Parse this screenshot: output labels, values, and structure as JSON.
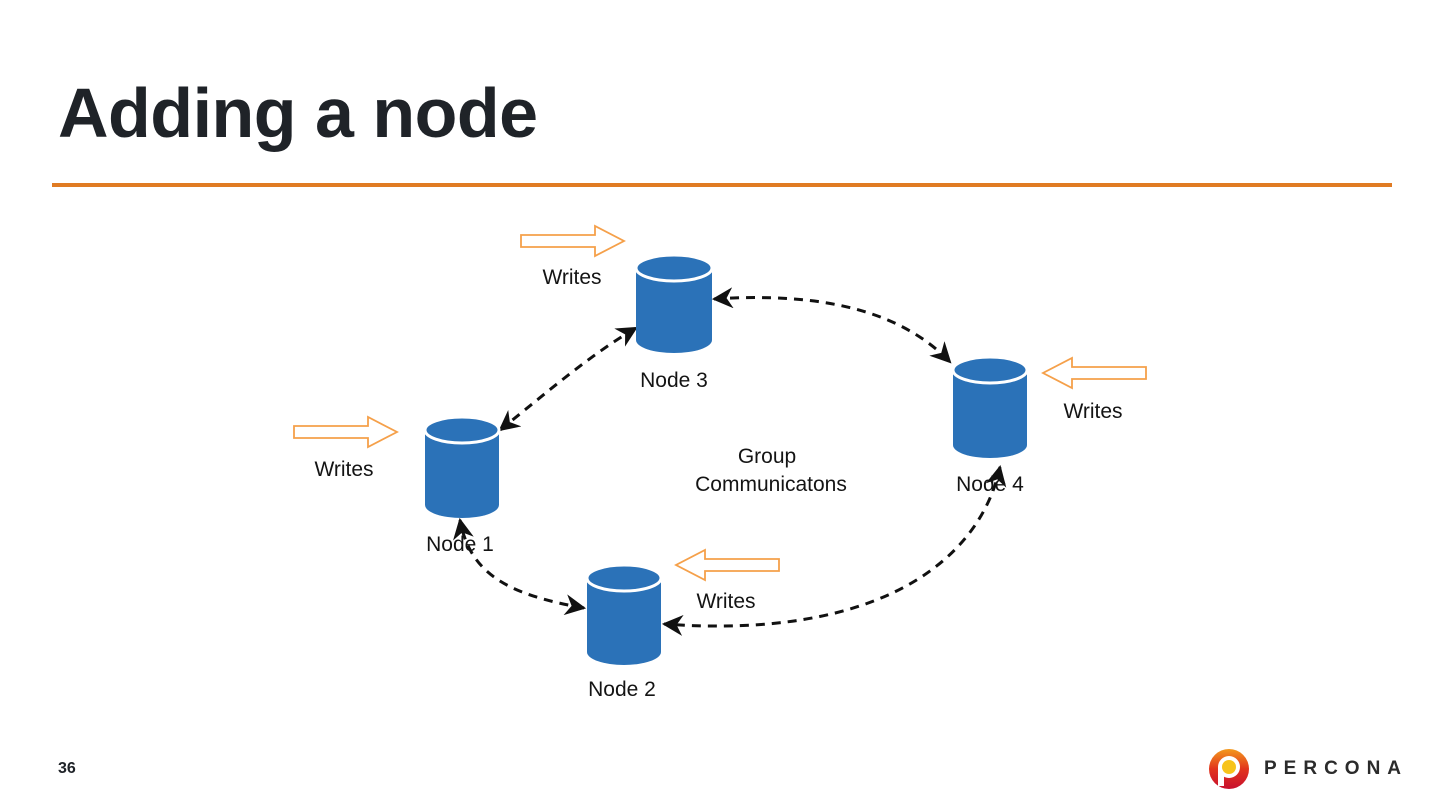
{
  "slide": {
    "title": "Adding a node",
    "page_number": "36",
    "accent_color": "#e07b23"
  },
  "diagram": {
    "center_label_line1": "Group",
    "center_label_line2": "Communicatons",
    "node_color": "#2b72b8",
    "write_arrow_color": "#f5a04a",
    "nodes": [
      {
        "id": "node1",
        "label": "Node 1",
        "writes_label": "Writes",
        "writes_direction": "right"
      },
      {
        "id": "node2",
        "label": "Node 2",
        "writes_label": "Writes",
        "writes_direction": "left"
      },
      {
        "id": "node3",
        "label": "Node 3",
        "writes_label": "Writes",
        "writes_direction": "right"
      },
      {
        "id": "node4",
        "label": "Node 4",
        "writes_label": "Writes",
        "writes_direction": "left"
      }
    ],
    "links": [
      {
        "from": "node1",
        "to": "node3",
        "style": "dashed",
        "bidirectional": true
      },
      {
        "from": "node3",
        "to": "node4",
        "style": "dashed",
        "bidirectional": true
      },
      {
        "from": "node4",
        "to": "node2",
        "style": "dashed",
        "bidirectional": true
      },
      {
        "from": "node2",
        "to": "node1",
        "style": "dashed",
        "bidirectional": true
      }
    ]
  },
  "footer": {
    "logo_text": "PERCONA"
  }
}
